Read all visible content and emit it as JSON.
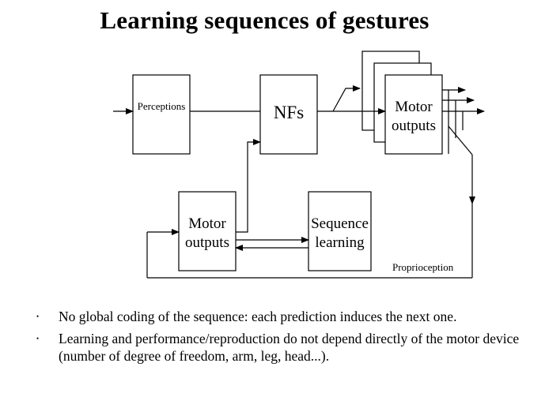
{
  "title": "Learning sequences of gestures",
  "diagram": {
    "perceptions": "Perceptions",
    "nfs": "NFs",
    "motor_outputs_top": [
      "Motor",
      "outputs"
    ],
    "motor_outputs_bottom": [
      "Motor",
      "outputs"
    ],
    "sequence_learning": [
      "Sequence",
      "learning"
    ],
    "proprioception": "Proprioception"
  },
  "bullets": [
    "No global coding of the sequence: each prediction induces the next one.",
    "Learning and performance/reproduction do not depend directly of the motor device (number of degree of freedom, arm, leg, head...)."
  ]
}
